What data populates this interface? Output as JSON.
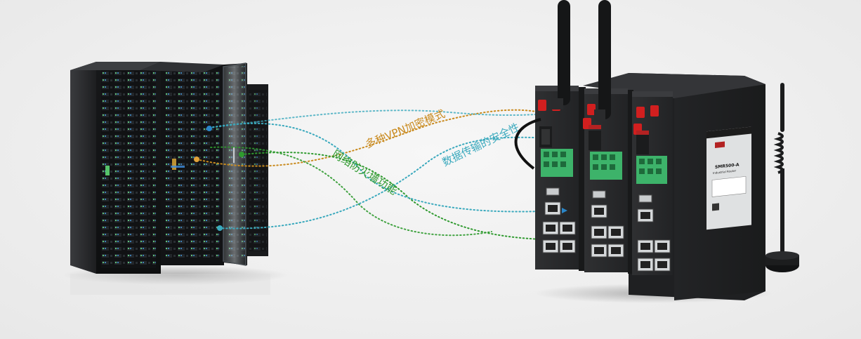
{
  "labels": {
    "vpn": "多种VPN加密模式",
    "firewall": "网络防火墙功能",
    "security": "数据传输的安全性"
  },
  "colors": {
    "background": "#efefef",
    "vpn": "#c98a1e",
    "firewall": "#2f9a2f",
    "security": "#3aa9bd",
    "blue": "#2a86c8",
    "router_body": "#2a2b2d",
    "terminal_green": "#3db36a",
    "antenna_cap": "#d11f1f"
  },
  "icons": [
    "server-rack-icon",
    "industrial-router-icon",
    "antenna-icon",
    "rj45-port-icon",
    "usb-port-icon"
  ],
  "router": {
    "model": "SMR500-A",
    "subtitle": "Industrial Router"
  }
}
